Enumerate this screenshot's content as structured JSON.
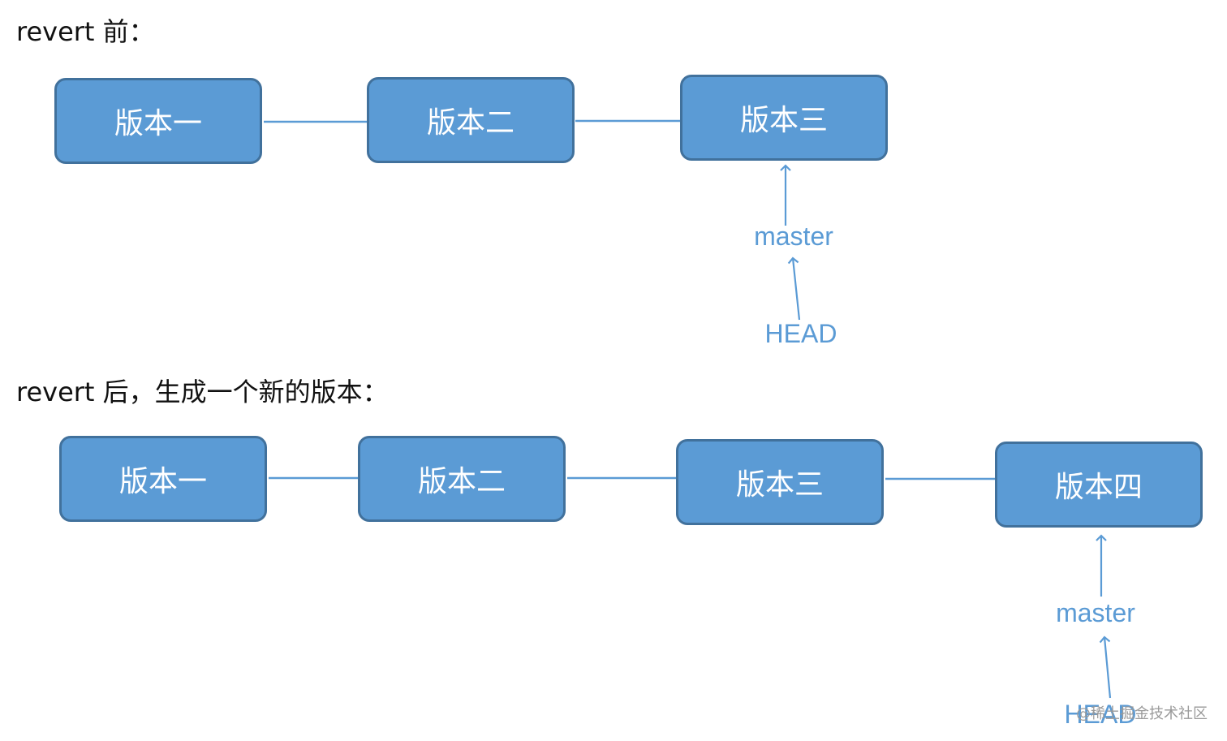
{
  "before": {
    "heading": "revert 前：",
    "nodes": [
      "版本一",
      "版本二",
      "版本三"
    ],
    "master": "master",
    "head": "HEAD"
  },
  "after": {
    "heading": "revert 后，生成一个新的版本：",
    "nodes": [
      "版本一",
      "版本二",
      "版本三",
      "版本四"
    ],
    "master": "master",
    "head": "HEAD"
  },
  "watermark": "@稀土掘金技术社区",
  "colors": {
    "node_fill": "#5b9bd5",
    "node_border": "#41719c",
    "link": "#5b9bd5",
    "pointer_text": "#5b9bd5"
  }
}
